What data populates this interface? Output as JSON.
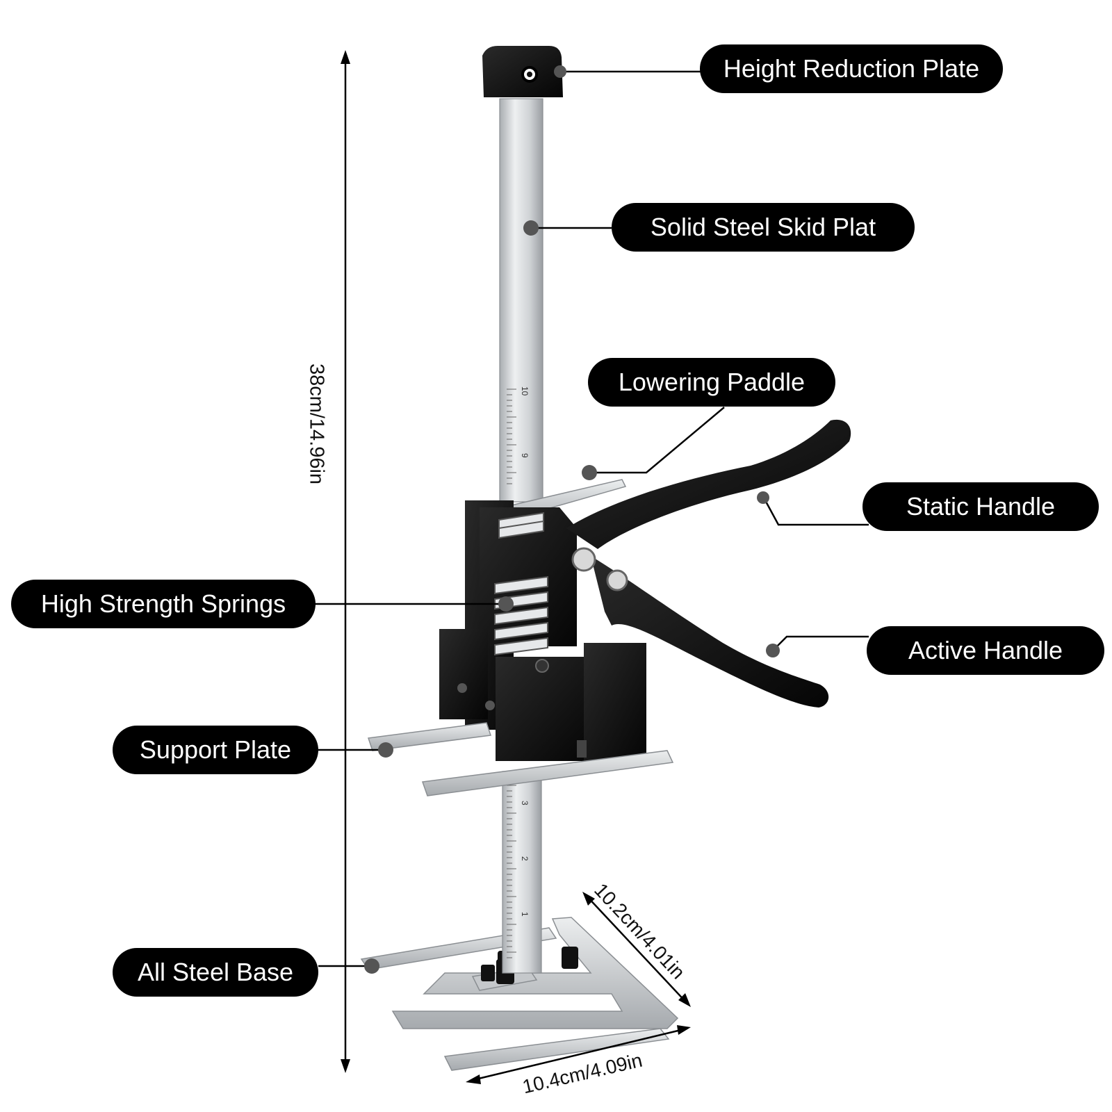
{
  "labels": {
    "height_reduction_plate": "Height Reduction Plate",
    "solid_steel_skid_plat": "Solid Steel Skid Plat",
    "lowering_paddle": "Lowering Paddle",
    "static_handle": "Static Handle",
    "high_strength_springs": "High Strength Springs",
    "active_handle": "Active Handle",
    "support_plate": "Support Plate",
    "all_steel_base": "All Steel Base"
  },
  "dimensions": {
    "height": "38cm/14.96in",
    "depth": "10.2cm/4.01in",
    "width": "10.4cm/4.09in"
  },
  "ruler": {
    "upper": [
      "10",
      "9"
    ],
    "lower": [
      "3",
      "2",
      "1"
    ]
  },
  "colors": {
    "pill_bg": "#000000",
    "pill_text": "#ffffff",
    "steel": "#d4d6d8",
    "steel_dark": "#9ea2a6",
    "body_black": "#0a0a0a"
  }
}
